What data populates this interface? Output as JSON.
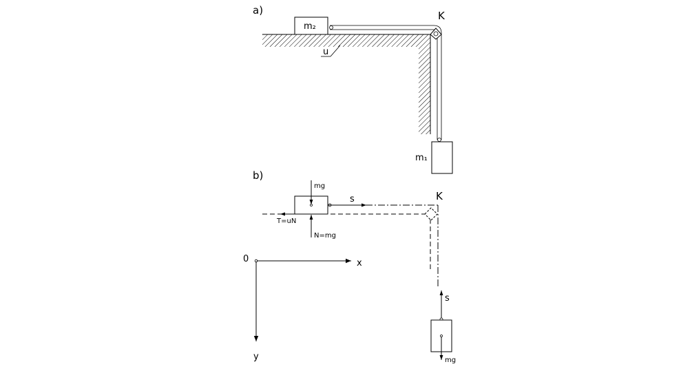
{
  "part_a": {
    "label": "a)",
    "block_top_label": "m₂",
    "block_hanging_label": "m₁",
    "pulley_label": "K",
    "friction_label": "u"
  },
  "part_b": {
    "label": "b)",
    "pulley_label": "K",
    "gravity_top": "mg",
    "tension_horizontal": "s",
    "friction_force": "T=uN",
    "normal_force": "N=mg",
    "tension_vertical": "s",
    "gravity_bottom": "mg"
  },
  "axes": {
    "origin": "0",
    "x_label": "x",
    "y_label": "y"
  }
}
